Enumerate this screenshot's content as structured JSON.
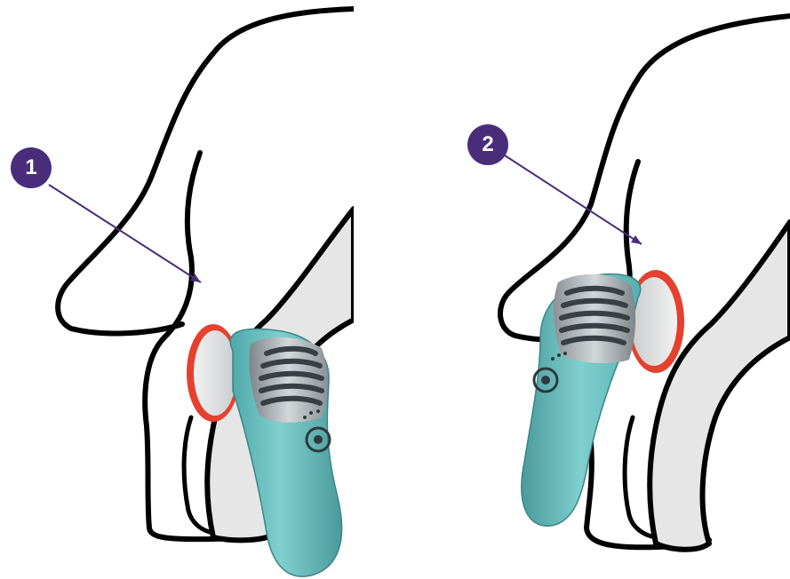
{
  "steps": [
    {
      "number": "1"
    },
    {
      "number": "2"
    }
  ],
  "colors": {
    "outline": "#000000",
    "leg_fill": "#e6e6e6",
    "device_body": "#6fc4c4",
    "device_dark": "#4a9a9c",
    "head_grille": "#9aa0a4",
    "ring": "#e5412e",
    "marker": "#4a2d7a"
  },
  "icons": [
    "dog-hind-leg-outline",
    "massager-device",
    "step-arrow"
  ]
}
